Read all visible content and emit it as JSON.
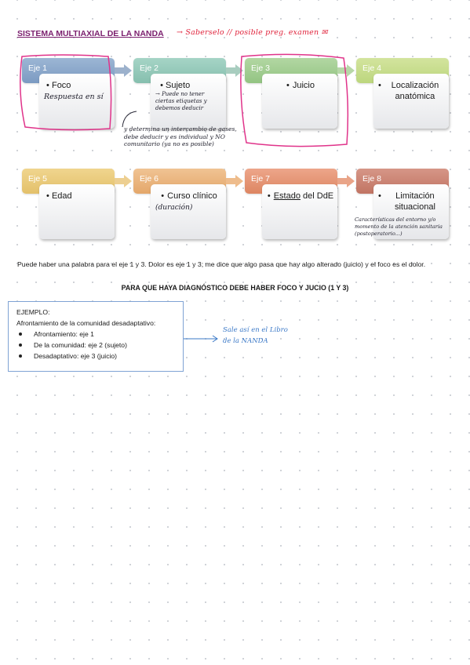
{
  "title": "SISTEMA MULTIAXIAL DE LA NANDA",
  "title_note": "→ Saberselo // posible preg. examen ✉",
  "axes": [
    {
      "label": "Eje 1",
      "item": "Foco",
      "note": "Respuesta en sí",
      "color": "#7b9ac2"
    },
    {
      "label": "Eje 2",
      "item": "Sujeto",
      "note": "→ Puede no tener ciertas etiquetas y debemos deducir",
      "color": "#86bfae"
    },
    {
      "label": "Eje 3",
      "item": "Juicio",
      "note": "",
      "color": "#93c482"
    },
    {
      "label": "Eje 4",
      "item": "Localización anatómica",
      "note": "",
      "color": "#bcd67d"
    },
    {
      "label": "Eje 5",
      "item": "Edad",
      "note": "",
      "color": "#e3c06a"
    },
    {
      "label": "Eje 6",
      "item": "Curso clínico",
      "note": "(duración)",
      "color": "#e4a76a"
    },
    {
      "label": "Eje 7",
      "item_underlined": "Estado",
      "item_rest": " del DdE",
      "note": "",
      "color": "#dd8662"
    },
    {
      "label": "Eje 8",
      "item": "Limitación situacional",
      "note": "Características del entorno y/o momento de la atención sanitaria (postoperatorio...)",
      "color": "#c17463"
    }
  ],
  "sujeto_annotation": "y determina un intercambio de gases, debe deducir y es individual y NO comunitario (ya no es posible)",
  "paragraph": "Puede haber una palabra para el eje 1 y 3. Dolor es eje 1 y 3; me dice que algo pasa que hay algo alterado (juicio) y el foco es el dolor.",
  "emphasis": "PARA QUE HAYA DIAGNÓSTICO DEBE HABER FOCO Y JUCIO (1 Y 3)",
  "example": {
    "heading": "EJEMPLO:",
    "subtitle": "Afrontamiento de la comunidad desadaptativo:",
    "items": [
      "Afrontamiento: eje 1",
      "De la comunidad: eje 2 (sujeto)",
      "Desadaptativo: eje 3 (juicio)"
    ],
    "note_line1": "Sale así en el Libro",
    "note_line2": "de la NANDA"
  }
}
